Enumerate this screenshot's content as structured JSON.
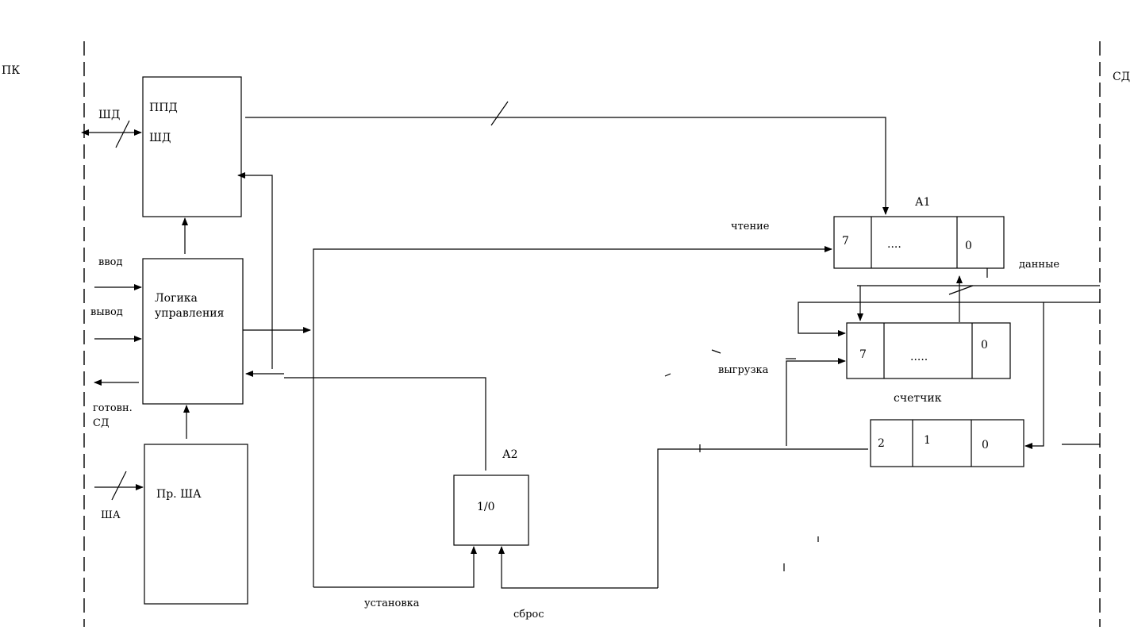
{
  "boundaries": {
    "left": "ПК",
    "right": "СД"
  },
  "blocks": {
    "ppd_title": "ППД",
    "ppd_sub": "ШД",
    "logic_line1": "Логика",
    "logic_line2": "управления",
    "pr_sha": "Пр. ША",
    "a2_value": "1/0"
  },
  "registers": {
    "a1_title": "А1",
    "a1_cells": [
      "7",
      "....",
      "0"
    ],
    "counter_cells": [
      "7",
      ".....",
      "0"
    ],
    "counter_title": "счетчик",
    "small_cells": [
      "2",
      "1",
      "0"
    ]
  },
  "a2_title": "А2",
  "signals": {
    "shd": "ШД",
    "vvod": "ввод",
    "vyvod": "вывод",
    "gotovn1": "готовн.",
    "gotovn2": "СД",
    "sha": "ША",
    "chtenie": "чтение",
    "dannye": "данные",
    "vygruzka": "выгрузка",
    "ustanovka": "установка",
    "sbros": "сброс"
  }
}
